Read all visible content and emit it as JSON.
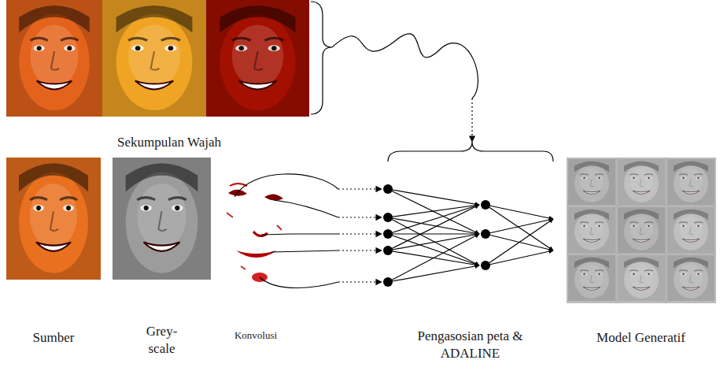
{
  "diagram": {
    "nodes": [
      {
        "text": [
          "Sekumpulan Wajah"
        ]
      },
      {
        "text": [
          "Sumber"
        ]
      },
      {
        "text": [
          "Grey- scale"
        ]
      },
      {
        "text": [
          "Konvolusi"
        ]
      },
      {
        "text": [
          "Pengasosian peta & ADALINE"
        ]
      },
      {
        "text": [
          "Model Generatif"
        ]
      }
    ],
    "edges": [
      {
        "from": 0,
        "to": 4,
        "arrow": "to"
      },
      {
        "from": 3,
        "to": 4,
        "arrow": "to"
      }
    ]
  }
}
